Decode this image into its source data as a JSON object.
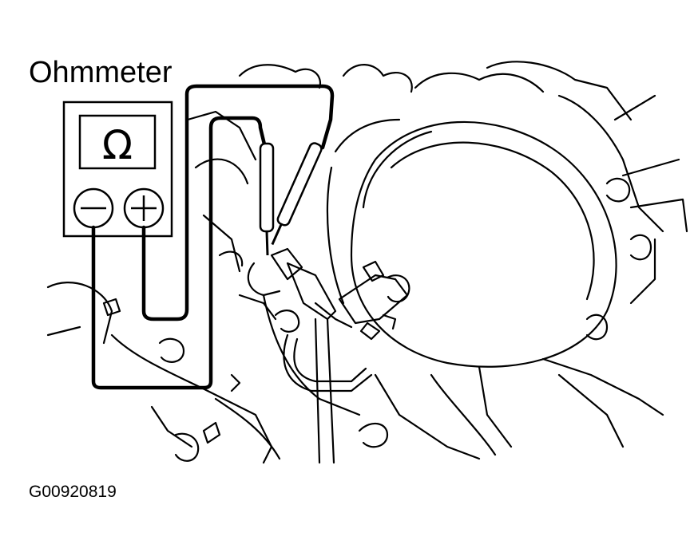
{
  "diagram": {
    "title": "Ohmmeter",
    "figure_code": "G00920819",
    "meter": {
      "display_symbol": "Ω",
      "negative_terminal_symbol": "−",
      "positive_terminal_symbol": "+"
    },
    "colors": {
      "line": "#000000",
      "background": "#ffffff"
    }
  }
}
